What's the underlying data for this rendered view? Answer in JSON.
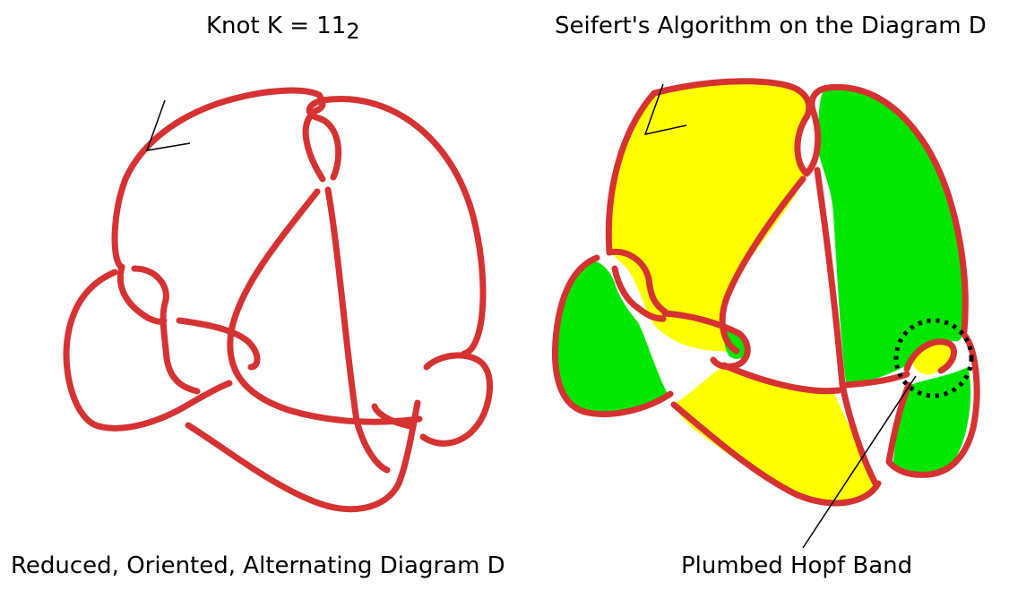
{
  "titles": {
    "left": "Knot K = 11",
    "left_subscript": "2",
    "right": "Seifert's Algorithm on the Diagram D"
  },
  "captions": {
    "left": "Reduced, Oriented, Alternating Diagram D",
    "right": "Plumbed Hopf Band"
  },
  "colors": {
    "knot": "#d63232",
    "seifert_surface_positive": "#ffff00",
    "seifert_surface_negative": "#00e600",
    "annotation": "#000000"
  }
}
